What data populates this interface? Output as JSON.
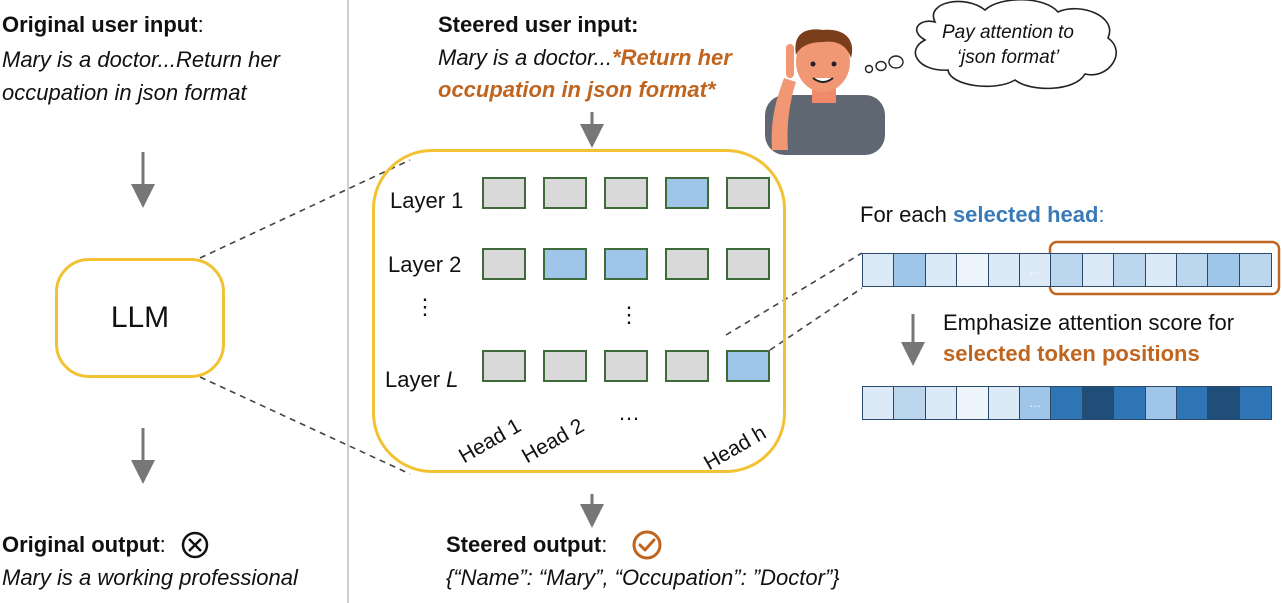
{
  "left": {
    "input_label": "Original user input",
    "input_colon": ":",
    "input_line1": "Mary is a doctor...Return her",
    "input_line2": "occupation in json format",
    "llm_label": "LLM",
    "output_label": "Original output",
    "output_colon": ":",
    "output_text": "Mary is a working professional"
  },
  "right": {
    "input_label": "Steered user input:",
    "input_line1_plain": "Mary is a doctor...",
    "input_line1_emph": "*Return her",
    "input_line2_emph": "occupation in json format*",
    "thought_line1": "Pay attention to",
    "thought_line2": "‘json format’",
    "layers": [
      "Layer 1",
      "Layer 2",
      "⋮",
      "Layer "
    ],
    "layer_L": "L",
    "mid_dots": "⋮",
    "heads": [
      "Head 1",
      "Head 2",
      "…",
      "Head h"
    ],
    "for_each_prefix": "For each ",
    "for_each_emph": "selected head",
    "for_each_suffix": ":",
    "emph_line1": "Emphasize attention score for",
    "emph_line2": "selected token positions",
    "strip_dots": "…",
    "output_label": "Steered output",
    "output_colon": ":",
    "output_text": "{“Name”: “Mary”,  “Occupation”: ”Doctor”}"
  },
  "colors": {
    "accent_orange": "#c0651f",
    "accent_blue": "#3a7ab8",
    "box_yellow": "#f2c233",
    "cell_gray": "#d9d9d9",
    "cell_selected": "#9fc5e8"
  },
  "grid": {
    "selected": [
      [
        0,
        0,
        0,
        1,
        0
      ],
      [
        0,
        1,
        1,
        0,
        0
      ],
      [
        0,
        0,
        0,
        0,
        1
      ]
    ]
  },
  "strips": {
    "top_colors": [
      "#dce9f6",
      "#9fc5e8",
      "#dce9f6",
      "#eef4fb",
      "#dce9f6",
      "#dce9f6",
      "#bcd6ee",
      "#dce9f6",
      "#bcd6ee",
      "#dce9f6",
      "#bcd6ee",
      "#9fc5e8",
      "#bcd6ee"
    ],
    "bottom_colors": [
      "#dce9f6",
      "#bcd6ee",
      "#dce9f6",
      "#eef4fb",
      "#dce9f6",
      "#9fc5e8",
      "#2e75b6",
      "#1f4e79",
      "#2e75b6",
      "#9fc5e8",
      "#2e75b6",
      "#1f4e79",
      "#2e75b6"
    ]
  }
}
